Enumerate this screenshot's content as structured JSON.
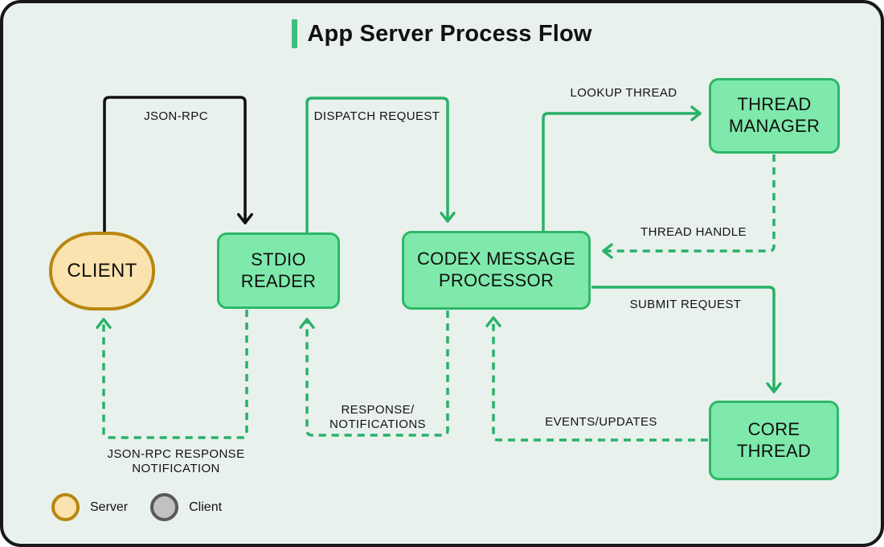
{
  "title": "App Server Process Flow",
  "colors": {
    "background": "#e9f1ed",
    "canvas_border": "#181818",
    "accent_green": "#3fbd7d",
    "node_fill": "#7ee9ab",
    "node_border": "#2db868",
    "server_fill": "#fbe3af",
    "server_border": "#b9860f",
    "client_fill": "#c1c1c1",
    "client_border": "#595959",
    "arrow_green": "#28b168",
    "arrow_black": "#111111"
  },
  "nodes": {
    "client": {
      "label": "CLIENT",
      "shape": "ellipse",
      "role": "server-colored"
    },
    "stdio_reader": {
      "label": "STDIO READER",
      "shape": "rect"
    },
    "codex_processor": {
      "label": "CODEX MESSAGE PROCESSOR",
      "shape": "rect"
    },
    "thread_manager": {
      "label": "THREAD MANAGER",
      "shape": "rect"
    },
    "core_thread": {
      "label": "CORE THREAD",
      "shape": "rect"
    }
  },
  "edges": {
    "json_rpc": {
      "label": "JSON-RPC",
      "from": "client",
      "to": "stdio_reader",
      "style": "solid",
      "color": "#111111"
    },
    "dispatch_request": {
      "label": "DISPATCH REQUEST",
      "from": "stdio_reader",
      "to": "codex_processor",
      "style": "solid",
      "color": "#28b168"
    },
    "lookup_thread": {
      "label": "LOOKUP THREAD",
      "from": "codex_processor",
      "to": "thread_manager",
      "style": "solid",
      "color": "#28b168"
    },
    "thread_handle": {
      "label": "THREAD HANDLE",
      "from": "thread_manager",
      "to": "codex_processor",
      "style": "dashed",
      "color": "#28b168"
    },
    "submit_request": {
      "label": "SUBMIT REQUEST",
      "from": "codex_processor",
      "to": "core_thread",
      "style": "solid",
      "color": "#28b168"
    },
    "events_updates": {
      "label": "EVENTS/UPDATES",
      "from": "core_thread",
      "to": "codex_processor",
      "style": "dashed",
      "color": "#28b168"
    },
    "response_notifications": {
      "label_line1": "RESPONSE/",
      "label_line2": "NOTIFICATIONS",
      "from": "codex_processor",
      "to": "stdio_reader",
      "style": "dashed",
      "color": "#28b168"
    },
    "json_rpc_response": {
      "label_line1": "JSON-RPC RESPONSE",
      "label_line2": "NOTIFICATION",
      "from": "stdio_reader",
      "to": "client",
      "style": "dashed",
      "color": "#28b168"
    }
  },
  "legend": {
    "server": {
      "label": "Server"
    },
    "client": {
      "label": "Client"
    }
  }
}
